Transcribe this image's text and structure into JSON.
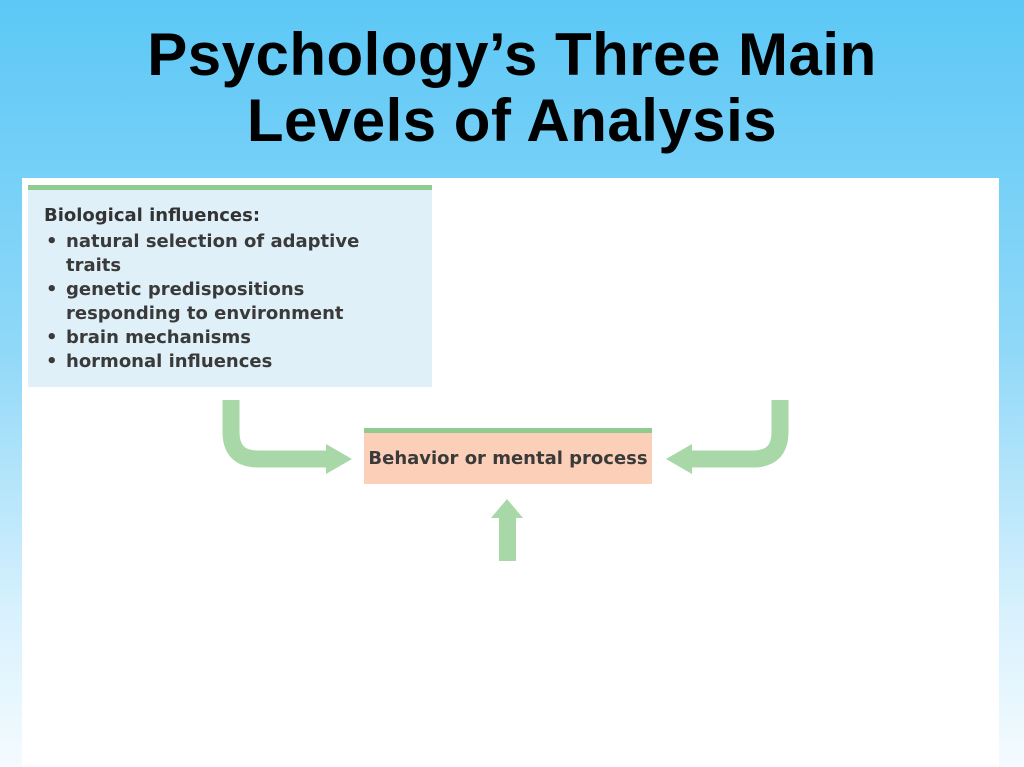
{
  "slide": {
    "title_line1": "Psychology’s Three Main",
    "title_line2": "Levels of Analysis"
  },
  "diagram": {
    "biological": {
      "heading": "Biological influences:",
      "items": [
        "natural selection of adaptive traits",
        "genetic predispositions responding to environment",
        "brain mechanisms",
        "hormonal influences"
      ]
    },
    "center": {
      "label": "Behavior or mental process"
    },
    "colors": {
      "arrow": "#a8d8a8",
      "bio_box": "#dff0f8",
      "center_box": "#fcd0b8",
      "accent_bar": "#8fcc8f"
    }
  }
}
